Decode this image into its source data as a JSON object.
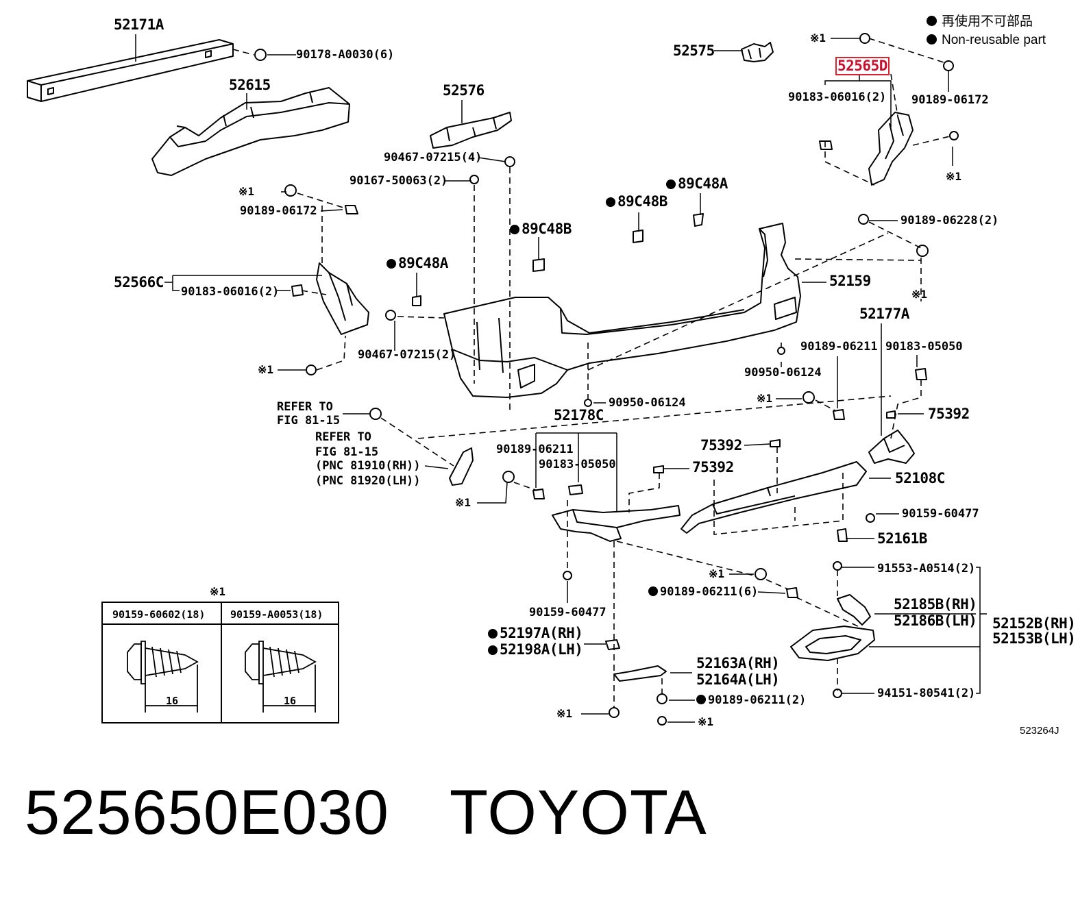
{
  "legend": {
    "line_jp": "再使用不可部品",
    "line_en": "Non-reusable part"
  },
  "figure_id": "523264J",
  "caption": {
    "part_number": "525650E030",
    "brand": "TOYOTA"
  },
  "colors": {
    "highlight": "#d9232e",
    "ink": "#000000"
  },
  "labels": {
    "p52171A": "52171A",
    "p90178": "90178-A0030(6)",
    "p52615": "52615",
    "p52576": "52576",
    "p52575": "52575",
    "mark1_top": "※1",
    "p52565D": "52565D",
    "p90183_r": "90183-06016(2)",
    "p90189_06172_r": "90189-06172",
    "mark1_r": "※1",
    "p90467_top": "90467-07215(4)",
    "p90167": "90167-50063(2)",
    "mark1_l": "※1",
    "p90189_06172_l": "90189-06172",
    "p89C48A_top": "89C48A",
    "p89C48B_top": "89C48B",
    "p89C48B_mid": "89C48B",
    "p89C48A_mid": "89C48A",
    "p90189_06228": "90189-06228(2)",
    "mark1_r2": "※1",
    "p52566C": "52566C",
    "p90183_l": "90183-06016(2)",
    "p52159": "52159",
    "p52177A": "52177A",
    "mark1_l2": "※1",
    "p90467_l": "90467-07215(2)",
    "p90189_06211_r": "90189-06211",
    "p90183_05050_r": "90183-05050",
    "p90950_r": "90950-06124",
    "refer1_a": "REFER TO",
    "refer1_b": "FIG 81-15",
    "p90950_c": "90950-06124",
    "mark1_r3": "※1",
    "p75392_a": "75392",
    "p52178C": "52178C",
    "refer2_a": "REFER TO",
    "refer2_b": "FIG 81-15",
    "refer2_c": "(PNC 81910(RH))",
    "refer2_d": "(PNC 81920(LH))",
    "p75392_b": "75392",
    "p90189_06211_c": "90189-06211",
    "p75392_c": "75392",
    "p90183_05050_c": "90183-05050",
    "p52108C": "52108C",
    "mark1_c": "※1",
    "p90159_60477_r": "90159-60477",
    "p52161B": "52161B",
    "mark1_c2": "※1",
    "p91553": "91553-A0514(2)",
    "p90189_06211_6": "90189-06211(6)",
    "p52185B": "52185B(RH)",
    "p52186B": "52186B(LH)",
    "p52152B": "52152B(RH)",
    "p52153B": "52153B(LH)",
    "p90159_60477_c": "90159-60477",
    "p52197A": "52197A(RH)",
    "p52198A": "52198A(LH)",
    "p52163A": "52163A(RH)",
    "p52164A": "52164A(LH)",
    "p94151": "94151-80541(2)",
    "mark1_b": "※1",
    "p90189_06211_2": "90189-06211(2)",
    "mark1_b2": "※1"
  },
  "inset": {
    "mark": "※1",
    "left_part": "90159-60602(18)",
    "right_part": "90159-A0053(18)",
    "left_len": "16",
    "right_len": "16"
  }
}
